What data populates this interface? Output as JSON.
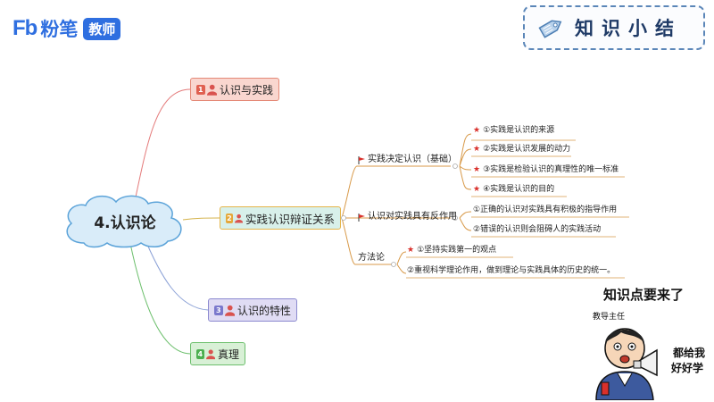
{
  "brand": {
    "logo_mark": "Fb",
    "name": "粉笔",
    "tag": "教师"
  },
  "stamp": {
    "title": "知识小结",
    "icon": "tag-icon"
  },
  "mindmap": {
    "center": "4.认识论",
    "branches": [
      {
        "num": "1",
        "label": "认识与实践"
      },
      {
        "num": "2",
        "label": "实践认识辩证关系"
      },
      {
        "num": "3",
        "label": "认识的特性"
      },
      {
        "num": "4",
        "label": "真理"
      }
    ],
    "sub": [
      {
        "label": "实践决定认识（基础）"
      },
      {
        "label": "认识对实践具有反作用"
      },
      {
        "label": "方法论"
      }
    ],
    "leaves_a": [
      "①实践是认识的来源",
      "②实践是认识发展的动力",
      "③实践是检验认识的真理性的唯一标准",
      "④实践是认识的目的"
    ],
    "leaves_b": [
      "①正确的认识对实践具有积极的指导作用",
      "②错误的认识则会阻碍人的实践活动"
    ],
    "leaves_c": [
      "①坚持实践第一的观点",
      "②重视科学理论作用，做到理论与实践具体的历史的统一。"
    ]
  },
  "callout": {
    "headline": "知识点要来了",
    "role": "教导主任",
    "speech_line1": "都给我",
    "speech_line2": "好好学"
  },
  "colors": {
    "brand_blue": "#2f6fe0",
    "star_red": "#d9302b",
    "branch1_fill": "#f9d6cf",
    "branch2_fill": "#d8f0ea",
    "branch3_fill": "#e0dcf4",
    "branch4_fill": "#d8f0d6"
  }
}
